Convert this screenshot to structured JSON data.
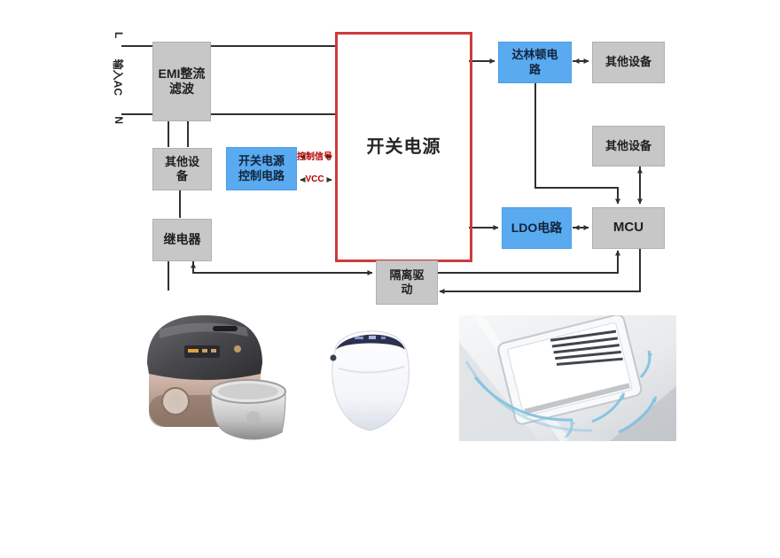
{
  "diagram": {
    "input_labels": {
      "live": "L",
      "ac": "输入AC",
      "neutral": "N"
    },
    "blocks": {
      "emi": "EMI整流\n滤波",
      "other_left": "其他设\n备",
      "smps_ctrl": "开关电源\n控制电路",
      "relay": "继电器",
      "smps": "开关电源",
      "darlington": "达林顿电\n路",
      "other_top": "其他设备",
      "other_mid": "其他设备",
      "ldo": "LDO电路",
      "mcu": "MCU",
      "iso_drive": "隔离驱\n动"
    },
    "wire_labels": {
      "control_signal": "控制信号",
      "vcc": "VCC"
    },
    "colors": {
      "block_gray": "#c7c7c7",
      "block_blue": "#5aaaf0",
      "smps_border": "#cf3b3b",
      "wire": "#303030",
      "wire_label_red": "#b30000",
      "airflow_blue": "#7bbfe0"
    }
  }
}
